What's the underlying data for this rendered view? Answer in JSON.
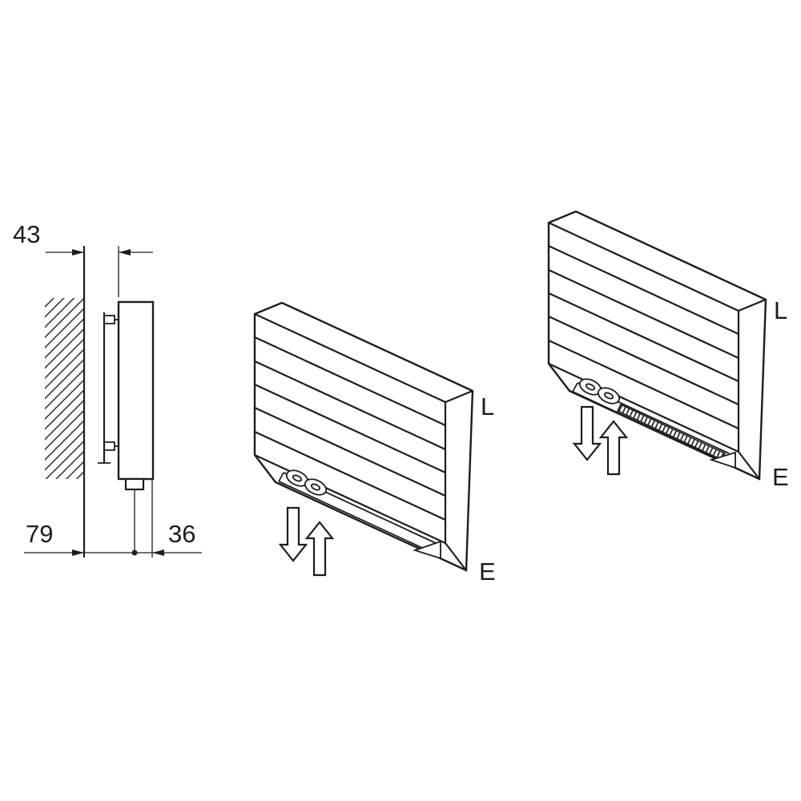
{
  "side_view": {
    "dim_top": "43",
    "dim_bottom_left": "79",
    "dim_bottom_right": "36"
  },
  "radiator_open": {
    "label_l": "L",
    "label_e": "E"
  },
  "radiator_grille": {
    "label_l": "L",
    "label_e": "E"
  },
  "icons": {
    "airflow_down": "outline-down-arrow",
    "airflow_up": "outline-up-arrow"
  },
  "colors": {
    "line": "#1d1d1b",
    "background": "#ffffff"
  }
}
